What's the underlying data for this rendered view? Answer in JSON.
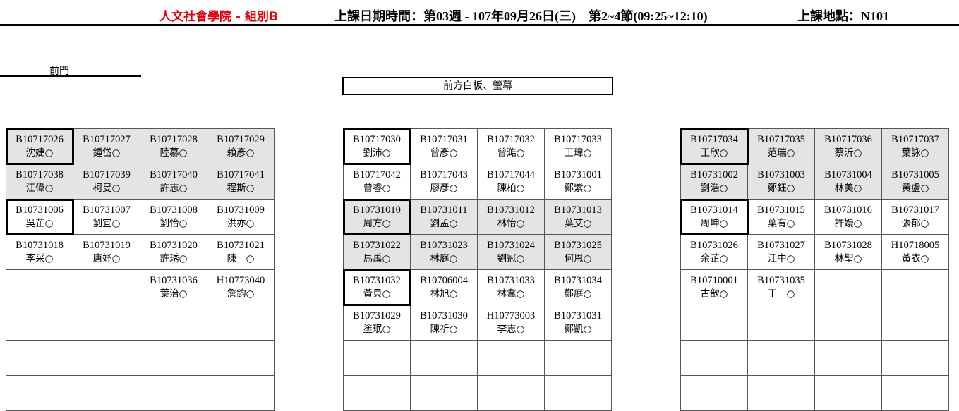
{
  "header": {
    "college": "人文社會學院 - 組別B",
    "datetime": "上課日期時間：第03週 - 107年09月26日(三)　第2~4節(09:25~12:10)",
    "location": "上課地點：N101"
  },
  "room": {
    "door_label": "前門",
    "board_label": "前方白板、螢幕"
  },
  "sections": [
    {
      "rows": [
        [
          {
            "id": "B10717026",
            "name": "沈婕○",
            "gray": true,
            "thick": true
          },
          {
            "id": "B10717027",
            "name": "鍾岱○",
            "gray": true
          },
          {
            "id": "B10717028",
            "name": "陸慕○",
            "gray": true
          },
          {
            "id": "B10717029",
            "name": "賴彥○",
            "gray": true
          }
        ],
        [
          {
            "id": "B10717038",
            "name": "江偉○",
            "gray": true
          },
          {
            "id": "B10717039",
            "name": "柯旻○",
            "gray": true
          },
          {
            "id": "B10717040",
            "name": "許志○",
            "gray": true
          },
          {
            "id": "B10717041",
            "name": "程斯○",
            "gray": true
          }
        ],
        [
          {
            "id": "B10731006",
            "name": "吳芷○",
            "thick": true
          },
          {
            "id": "B10731007",
            "name": "劉宜○"
          },
          {
            "id": "B10731008",
            "name": "劉怡○"
          },
          {
            "id": "B10731009",
            "name": "洪亦○"
          }
        ],
        [
          {
            "id": "B10731018",
            "name": "李采○"
          },
          {
            "id": "B10731019",
            "name": "唐妤○"
          },
          {
            "id": "B10731020",
            "name": "許琇○"
          },
          {
            "id": "B10731021",
            "name": "陳　○"
          }
        ],
        [
          {
            "id": "",
            "name": ""
          },
          {
            "id": "",
            "name": ""
          },
          {
            "id": "B10731036",
            "name": "葉治○"
          },
          {
            "id": "H10773040",
            "name": "詹鈞○"
          }
        ],
        [
          {
            "id": "",
            "name": ""
          },
          {
            "id": "",
            "name": ""
          },
          {
            "id": "",
            "name": ""
          },
          {
            "id": "",
            "name": ""
          }
        ],
        [
          {
            "id": "",
            "name": ""
          },
          {
            "id": "",
            "name": ""
          },
          {
            "id": "",
            "name": ""
          },
          {
            "id": "",
            "name": ""
          }
        ],
        [
          {
            "id": "",
            "name": ""
          },
          {
            "id": "",
            "name": ""
          },
          {
            "id": "",
            "name": ""
          },
          {
            "id": "",
            "name": ""
          }
        ]
      ]
    },
    {
      "rows": [
        [
          {
            "id": "B10717030",
            "name": "劉沛○",
            "thick": true
          },
          {
            "id": "B10717031",
            "name": "曾彥○"
          },
          {
            "id": "B10717032",
            "name": "曾澔○"
          },
          {
            "id": "B10717033",
            "name": "王瑋○"
          }
        ],
        [
          {
            "id": "B10717042",
            "name": "曾睿○"
          },
          {
            "id": "B10717043",
            "name": "廖彥○"
          },
          {
            "id": "B10717044",
            "name": "陳柏○"
          },
          {
            "id": "B10731001",
            "name": "鄭紫○"
          }
        ],
        [
          {
            "id": "B10731010",
            "name": "周方○",
            "gray": true,
            "thick": true
          },
          {
            "id": "B10731011",
            "name": "劉孟○",
            "gray": true
          },
          {
            "id": "B10731012",
            "name": "林怡○",
            "gray": true
          },
          {
            "id": "B10731013",
            "name": "葉艾○",
            "gray": true
          }
        ],
        [
          {
            "id": "B10731022",
            "name": "馬禹○",
            "gray": true
          },
          {
            "id": "B10731023",
            "name": "林庭○",
            "gray": true
          },
          {
            "id": "B10731024",
            "name": "劉冠○",
            "gray": true
          },
          {
            "id": "B10731025",
            "name": "何恩○",
            "gray": true
          }
        ],
        [
          {
            "id": "B10731032",
            "name": "黃貝○",
            "thick": true
          },
          {
            "id": "B10706004",
            "name": "林旭○"
          },
          {
            "id": "B10731033",
            "name": "林韋○"
          },
          {
            "id": "B10731034",
            "name": "鄭庭○"
          }
        ],
        [
          {
            "id": "B10731029",
            "name": "塗珉○"
          },
          {
            "id": "B10731030",
            "name": "陳祈○"
          },
          {
            "id": "H10773003",
            "name": "李志○"
          },
          {
            "id": "B10731031",
            "name": "鄭凱○"
          }
        ],
        [
          {
            "id": "",
            "name": ""
          },
          {
            "id": "",
            "name": ""
          },
          {
            "id": "",
            "name": ""
          },
          {
            "id": "",
            "name": ""
          }
        ],
        [
          {
            "id": "",
            "name": ""
          },
          {
            "id": "",
            "name": ""
          },
          {
            "id": "",
            "name": ""
          },
          {
            "id": "",
            "name": ""
          }
        ]
      ]
    },
    {
      "rows": [
        [
          {
            "id": "B10717034",
            "name": "王欣○",
            "gray": true,
            "thick": true
          },
          {
            "id": "B10717035",
            "name": "范瑞○",
            "gray": true
          },
          {
            "id": "B10717036",
            "name": "蔡沂○",
            "gray": true
          },
          {
            "id": "B10717037",
            "name": "葉詠○",
            "gray": true
          }
        ],
        [
          {
            "id": "B10731002",
            "name": "劉浩○",
            "gray": true
          },
          {
            "id": "B10731003",
            "name": "鄭鈺○",
            "gray": true
          },
          {
            "id": "B10731004",
            "name": "林美○",
            "gray": true
          },
          {
            "id": "B10731005",
            "name": "黃盧○",
            "gray": true
          }
        ],
        [
          {
            "id": "B10731014",
            "name": "周坤○",
            "thick": true
          },
          {
            "id": "B10731015",
            "name": "葉宥○"
          },
          {
            "id": "B10731016",
            "name": "許嫚○"
          },
          {
            "id": "B10731017",
            "name": "張郁○"
          }
        ],
        [
          {
            "id": "B10731026",
            "name": "余芷○"
          },
          {
            "id": "B10731027",
            "name": "江中○"
          },
          {
            "id": "B10731028",
            "name": "林聖○"
          },
          {
            "id": "H10718005",
            "name": "黃衣○"
          }
        ],
        [
          {
            "id": "B10710001",
            "name": "古歆○"
          },
          {
            "id": "B10731035",
            "name": "于　○"
          },
          {
            "id": "",
            "name": ""
          },
          {
            "id": "",
            "name": ""
          }
        ],
        [
          {
            "id": "",
            "name": ""
          },
          {
            "id": "",
            "name": ""
          },
          {
            "id": "",
            "name": ""
          },
          {
            "id": "",
            "name": ""
          }
        ],
        [
          {
            "id": "",
            "name": ""
          },
          {
            "id": "",
            "name": ""
          },
          {
            "id": "",
            "name": ""
          },
          {
            "id": "",
            "name": ""
          }
        ],
        [
          {
            "id": "",
            "name": ""
          },
          {
            "id": "",
            "name": ""
          },
          {
            "id": "",
            "name": ""
          },
          {
            "id": "",
            "name": ""
          }
        ]
      ]
    }
  ]
}
